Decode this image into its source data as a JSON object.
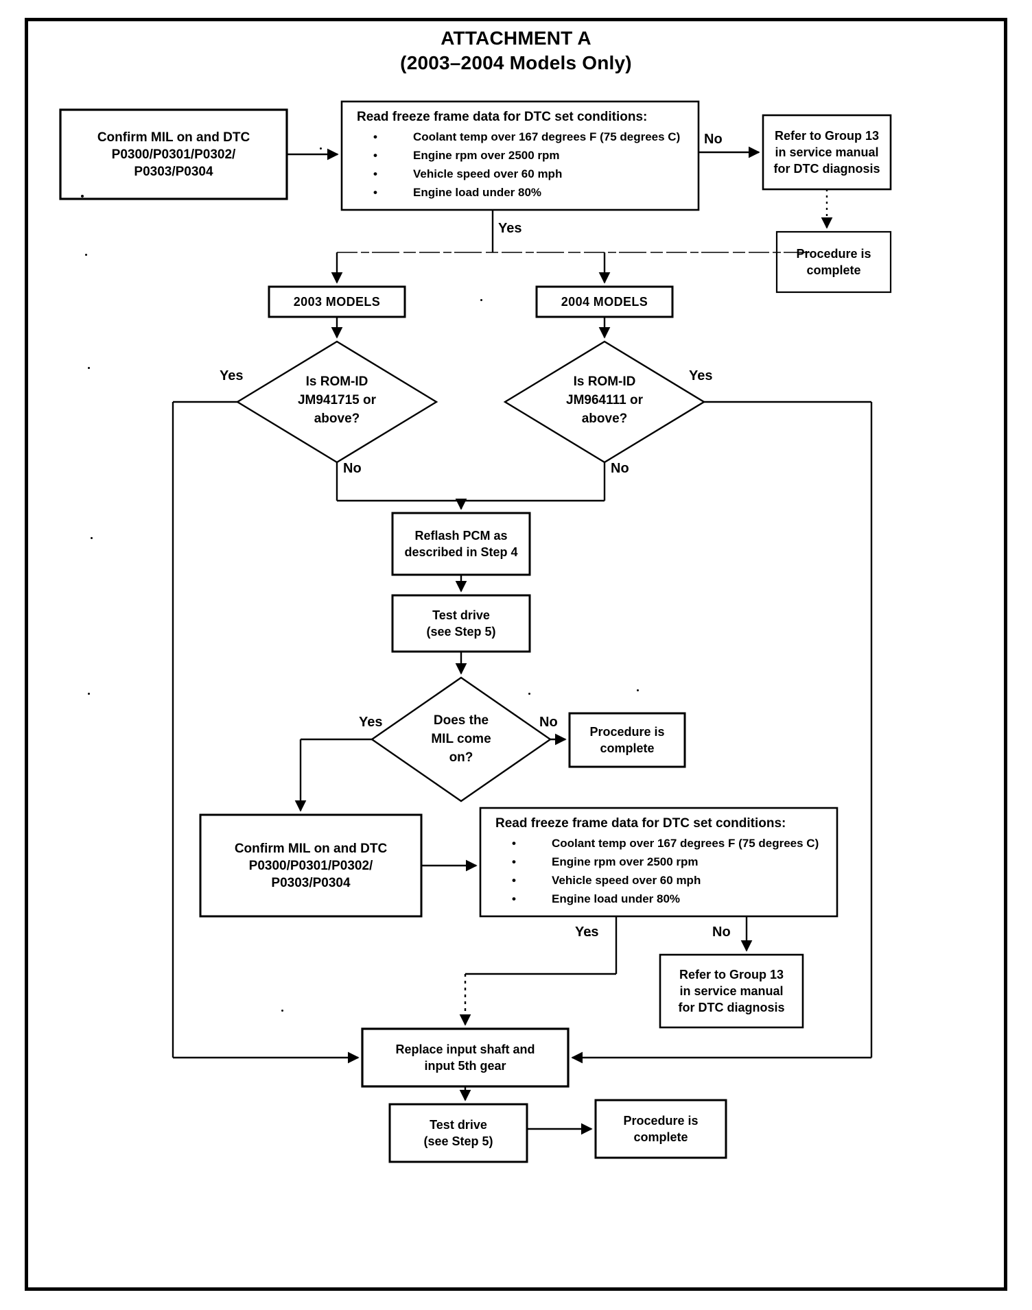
{
  "title": {
    "line1": "ATTACHMENT A",
    "line2": "(2003–2004 Models Only)"
  },
  "nodes": {
    "confirm_mil_top": {
      "label": "Confirm MIL on and DTC\nP0300/P0301/P0302/\nP0303/P0304",
      "line1": "Confirm MIL on and DTC",
      "line2": "P0300/P0301/P0302/",
      "line3": "P0303/P0304"
    },
    "freeze_frame_top": {
      "heading": "Read freeze frame data for DTC set conditions:",
      "items": [
        "Coolant temp over 167 degrees F (75 degrees C)",
        "Engine rpm over 2500 rpm",
        "Vehicle speed over 60 mph",
        "Engine load under 80%"
      ]
    },
    "refer_group13_top": {
      "line1": "Refer to Group 13",
      "line2": "in service manual",
      "line3": "for DTC diagnosis"
    },
    "procedure_complete_top": {
      "line1": "Procedure is",
      "line2": "complete"
    },
    "models_2003": {
      "label": "2003 MODELS"
    },
    "models_2004": {
      "label": "2004 MODELS"
    },
    "rom_id_2003": {
      "line1": "Is ROM-ID",
      "line2": "JM941715 or",
      "line3": "above?"
    },
    "rom_id_2004": {
      "line1": "Is ROM-ID",
      "line2": "JM964111 or",
      "line3": "above?"
    },
    "reflash_pcm": {
      "line1": "Reflash PCM as",
      "line2": "described in Step 4"
    },
    "test_drive_mid": {
      "line1": "Test drive",
      "line2": "(see Step 5)"
    },
    "mil_come_on": {
      "line1": "Does the",
      "line2": "MIL come",
      "line3": "on?"
    },
    "procedure_complete_mid": {
      "line1": "Procedure is",
      "line2": "complete"
    },
    "confirm_mil_lower": {
      "line1": "Confirm MIL on and DTC",
      "line2": "P0300/P0301/P0302/",
      "line3": "P0303/P0304"
    },
    "freeze_frame_lower": {
      "heading": "Read freeze frame data for DTC set conditions:",
      "items": [
        "Coolant temp over 167 degrees F (75 degrees C)",
        "Engine rpm over 2500 rpm",
        "Vehicle speed over 60 mph",
        "Engine load under 80%"
      ]
    },
    "refer_group13_lower": {
      "line1": "Refer to Group 13",
      "line2": "in service manual",
      "line3": "for DTC diagnosis"
    },
    "replace_input_shaft": {
      "line1": "Replace input shaft and",
      "line2": "input 5th gear"
    },
    "test_drive_bottom": {
      "line1": "Test drive",
      "line2": "(see Step 5)"
    },
    "procedure_complete_bottom": {
      "line1": "Procedure is",
      "line2": "complete"
    }
  },
  "edge_labels": {
    "top_no": "No",
    "top_yes": "Yes",
    "rom2003_yes": "Yes",
    "rom2003_no": "No",
    "rom2004_yes": "Yes",
    "rom2004_no": "No",
    "mil_yes": "Yes",
    "mil_no": "No",
    "lower_yes": "Yes",
    "lower_no": "No"
  },
  "style": {
    "ink": "#000000",
    "paper": "#ffffff"
  }
}
